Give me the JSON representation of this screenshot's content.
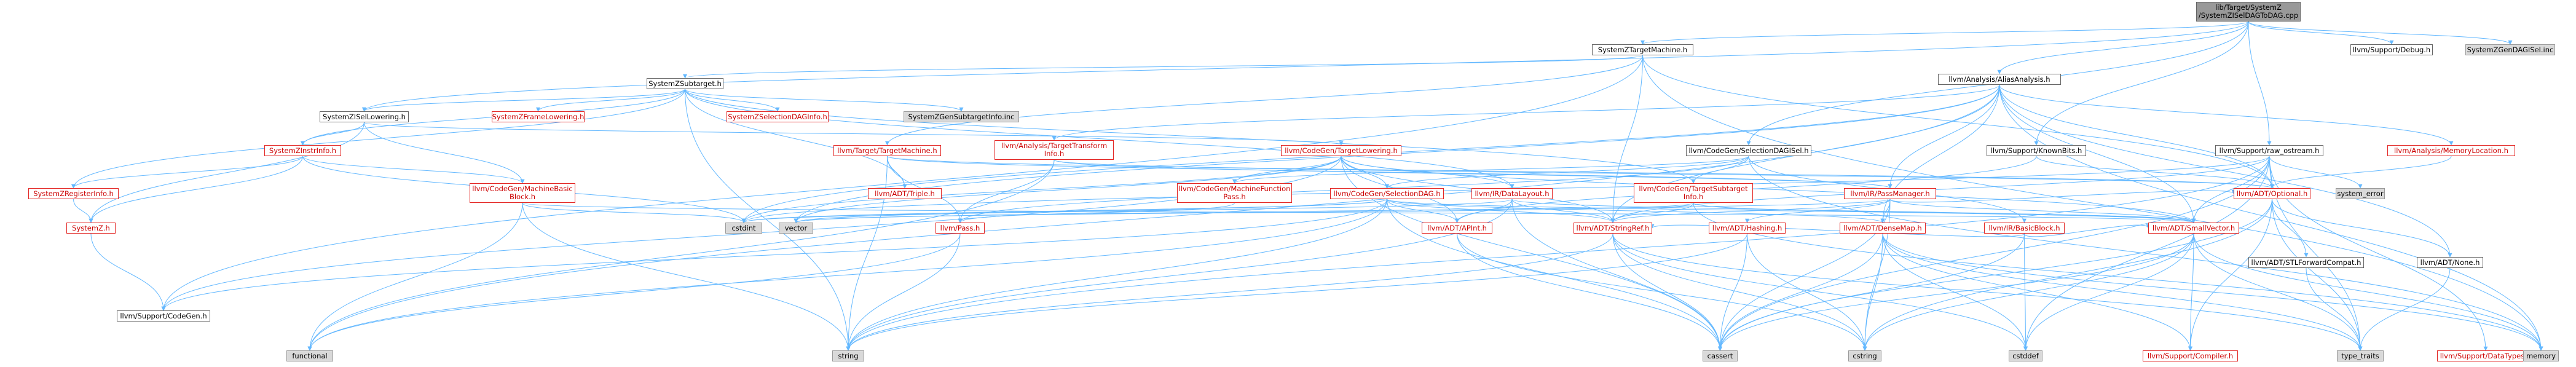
{
  "graph": {
    "nodes": [
      {
        "id": "root",
        "label": "lib/Target/SystemZ\n/SystemZISelDAGToDAG.cpp",
        "style": "root"
      },
      {
        "id": "tm",
        "label": "SystemZTargetMachine.h",
        "style": "normal"
      },
      {
        "id": "dbg",
        "label": "llvm/Support/Debug.h",
        "style": "normal"
      },
      {
        "id": "genisel",
        "label": "SystemZGenDAGISel.inc",
        "style": "gray"
      },
      {
        "id": "sub",
        "label": "SystemZSubtarget.h",
        "style": "normal"
      },
      {
        "id": "aa",
        "label": "llvm/Analysis/AliasAnalysis.h",
        "style": "normal"
      },
      {
        "id": "isell",
        "label": "SystemZISelLowering.h",
        "style": "normal"
      },
      {
        "id": "framel",
        "label": "SystemZFrameLowering.h",
        "style": "red"
      },
      {
        "id": "seldag",
        "label": "SystemZSelectionDAGInfo.h",
        "style": "red"
      },
      {
        "id": "gensub",
        "label": "SystemZGenSubtargetInfo.inc",
        "style": "gray"
      },
      {
        "id": "instr",
        "label": "SystemZInstrInfo.h",
        "style": "red"
      },
      {
        "id": "ttm",
        "label": "llvm/Target/TargetMachine.h",
        "style": "red"
      },
      {
        "id": "tti",
        "label": "llvm/Analysis/TargetTransform\nInfo.h",
        "style": "red"
      },
      {
        "id": "tlow",
        "label": "llvm/CodeGen/TargetLowering.h",
        "style": "red"
      },
      {
        "id": "cgsdi",
        "label": "llvm/CodeGen/SelectionDAGISel.h",
        "style": "normal"
      },
      {
        "id": "kbits",
        "label": "llvm/Support/KnownBits.h",
        "style": "normal"
      },
      {
        "id": "rawos",
        "label": "llvm/Support/raw_ostream.h",
        "style": "normal"
      },
      {
        "id": "memloc",
        "label": "llvm/Analysis/MemoryLocation.h",
        "style": "red"
      },
      {
        "id": "reginfo",
        "label": "SystemZRegisterInfo.h",
        "style": "red"
      },
      {
        "id": "mbb",
        "label": "llvm/CodeGen/MachineBasic\nBlock.h",
        "style": "red"
      },
      {
        "id": "triple",
        "label": "llvm/ADT/Triple.h",
        "style": "red"
      },
      {
        "id": "mfpass",
        "label": "llvm/CodeGen/MachineFunction\nPass.h",
        "style": "red"
      },
      {
        "id": "cgsd",
        "label": "llvm/CodeGen/SelectionDAG.h",
        "style": "red"
      },
      {
        "id": "dlay",
        "label": "llvm/IR/DataLayout.h",
        "style": "red"
      },
      {
        "id": "tsub",
        "label": "llvm/CodeGen/TargetSubtarget\nInfo.h",
        "style": "red"
      },
      {
        "id": "pm",
        "label": "llvm/IR/PassManager.h",
        "style": "red"
      },
      {
        "id": "opt",
        "label": "llvm/ADT/Optional.h",
        "style": "red"
      },
      {
        "id": "syserr",
        "label": "system_error",
        "style": "gray"
      },
      {
        "id": "sysz",
        "label": "SystemZ.h",
        "style": "red"
      },
      {
        "id": "cstdint",
        "label": "cstdint",
        "style": "gray"
      },
      {
        "id": "vector",
        "label": "vector",
        "style": "gray"
      },
      {
        "id": "pass",
        "label": "llvm/Pass.h",
        "style": "red"
      },
      {
        "id": "apint",
        "label": "llvm/ADT/APInt.h",
        "style": "red"
      },
      {
        "id": "sref",
        "label": "llvm/ADT/StringRef.h",
        "style": "red"
      },
      {
        "id": "hash",
        "label": "llvm/ADT/Hashing.h",
        "style": "red"
      },
      {
        "id": "dmap",
        "label": "llvm/ADT/DenseMap.h",
        "style": "red"
      },
      {
        "id": "bb",
        "label": "llvm/IR/BasicBlock.h",
        "style": "red"
      },
      {
        "id": "svec",
        "label": "llvm/ADT/SmallVector.h",
        "style": "red"
      },
      {
        "id": "stlfc",
        "label": "llvm/ADT/STLForwardCompat.h",
        "style": "normal"
      },
      {
        "id": "none",
        "label": "llvm/ADT/None.h",
        "style": "normal"
      },
      {
        "id": "cgen",
        "label": "llvm/Support/CodeGen.h",
        "style": "normal"
      },
      {
        "id": "func",
        "label": "functional",
        "style": "gray"
      },
      {
        "id": "string",
        "label": "string",
        "style": "gray"
      },
      {
        "id": "cassert",
        "label": "cassert",
        "style": "gray"
      },
      {
        "id": "cstring",
        "label": "cstring",
        "style": "gray"
      },
      {
        "id": "cstddef",
        "label": "cstddef",
        "style": "gray"
      },
      {
        "id": "comp",
        "label": "llvm/Support/Compiler.h",
        "style": "red"
      },
      {
        "id": "ttraits",
        "label": "type_traits",
        "style": "gray"
      },
      {
        "id": "dtypes",
        "label": "llvm/Support/DataTypes.h",
        "style": "red"
      },
      {
        "id": "memory",
        "label": "memory",
        "style": "gray"
      }
    ],
    "edges": [
      [
        "root",
        "tm"
      ],
      [
        "root",
        "dbg"
      ],
      [
        "root",
        "genisel"
      ],
      [
        "root",
        "aa"
      ],
      [
        "root",
        "cgsdi"
      ],
      [
        "root",
        "kbits"
      ],
      [
        "root",
        "rawos"
      ],
      [
        "root",
        "isell"
      ],
      [
        "tm",
        "sub"
      ],
      [
        "tm",
        "ttm"
      ],
      [
        "tm",
        "opt"
      ],
      [
        "tm",
        "memory"
      ],
      [
        "tm",
        "cgen"
      ],
      [
        "tm",
        "sref"
      ],
      [
        "sub",
        "isell"
      ],
      [
        "sub",
        "framel"
      ],
      [
        "sub",
        "seldag"
      ],
      [
        "sub",
        "gensub"
      ],
      [
        "sub",
        "instr"
      ],
      [
        "sub",
        "reginfo"
      ],
      [
        "sub",
        "triple"
      ],
      [
        "sub",
        "tsub"
      ],
      [
        "sub",
        "dlay"
      ],
      [
        "sub",
        "string"
      ],
      [
        "isell",
        "instr"
      ],
      [
        "isell",
        "sysz"
      ],
      [
        "isell",
        "tlow"
      ],
      [
        "isell",
        "mbb"
      ],
      [
        "instr",
        "reginfo"
      ],
      [
        "instr",
        "sysz"
      ],
      [
        "instr",
        "mbb"
      ],
      [
        "instr",
        "cstdint"
      ],
      [
        "reginfo",
        "sysz"
      ],
      [
        "sysz",
        "cgen"
      ],
      [
        "mbb",
        "func"
      ],
      [
        "mbb",
        "string"
      ],
      [
        "mbb",
        "svec"
      ],
      [
        "mbb",
        "cstdint"
      ],
      [
        "ttm",
        "triple"
      ],
      [
        "ttm",
        "pass"
      ],
      [
        "ttm",
        "string"
      ],
      [
        "ttm",
        "pm"
      ],
      [
        "ttm",
        "opt"
      ],
      [
        "tti",
        "pm"
      ],
      [
        "tti",
        "func"
      ],
      [
        "tti",
        "opt"
      ],
      [
        "tti",
        "pass"
      ],
      [
        "tlow",
        "mfpass"
      ],
      [
        "tlow",
        "cgsd"
      ],
      [
        "tlow",
        "dlay"
      ],
      [
        "tlow",
        "sref"
      ],
      [
        "tlow",
        "apint"
      ],
      [
        "tlow",
        "svec"
      ],
      [
        "tlow",
        "vector"
      ],
      [
        "tlow",
        "cstdint"
      ],
      [
        "tlow",
        "cassert"
      ],
      [
        "tlow",
        "cgen"
      ],
      [
        "cgsdi",
        "mfpass"
      ],
      [
        "cgsdi",
        "cgsd"
      ],
      [
        "cgsdi",
        "bb"
      ],
      [
        "cgsdi",
        "pass"
      ],
      [
        "cgsdi",
        "memory"
      ],
      [
        "cgsdi",
        "tsub"
      ],
      [
        "cgsd",
        "apint"
      ],
      [
        "cgsd",
        "dmap"
      ],
      [
        "cgsd",
        "sref"
      ],
      [
        "cgsd",
        "svec"
      ],
      [
        "cgsd",
        "func"
      ],
      [
        "cgsd",
        "string"
      ],
      [
        "cgsd",
        "vector"
      ],
      [
        "cgsd",
        "cassert"
      ],
      [
        "cgsd",
        "cstdint"
      ],
      [
        "cgsd",
        "cgen"
      ],
      [
        "mfpass",
        "pass"
      ],
      [
        "dlay",
        "apint"
      ],
      [
        "dlay",
        "sref"
      ],
      [
        "dlay",
        "svec"
      ],
      [
        "dlay",
        "string"
      ],
      [
        "dlay",
        "cassert"
      ],
      [
        "dlay",
        "cstdint"
      ],
      [
        "tsub",
        "sref"
      ],
      [
        "tsub",
        "svec"
      ],
      [
        "tsub",
        "vector"
      ],
      [
        "tsub",
        "memory"
      ],
      [
        "aa",
        "tti"
      ],
      [
        "aa",
        "pm"
      ],
      [
        "aa",
        "memloc"
      ],
      [
        "aa",
        "opt"
      ],
      [
        "aa",
        "svec"
      ],
      [
        "aa",
        "none"
      ],
      [
        "aa",
        "vector"
      ],
      [
        "aa",
        "cstdint"
      ],
      [
        "aa",
        "func"
      ],
      [
        "aa",
        "memory"
      ],
      [
        "aa",
        "dmap"
      ],
      [
        "aa",
        "sref"
      ],
      [
        "memloc",
        "opt"
      ],
      [
        "kbits",
        "apint"
      ],
      [
        "kbits",
        "opt"
      ],
      [
        "rawos",
        "sref"
      ],
      [
        "rawos",
        "opt"
      ],
      [
        "rawos",
        "syserr"
      ],
      [
        "rawos",
        "string"
      ],
      [
        "rawos",
        "cassert"
      ],
      [
        "rawos",
        "cstddef"
      ],
      [
        "rawos",
        "cstdint"
      ],
      [
        "rawos",
        "ttraits"
      ],
      [
        "rawos",
        "svec"
      ],
      [
        "rawos",
        "dtypes"
      ],
      [
        "pm",
        "dmap"
      ],
      [
        "pm",
        "sref"
      ],
      [
        "pm",
        "svec"
      ],
      [
        "pm",
        "hash"
      ],
      [
        "pm",
        "opt"
      ],
      [
        "pm",
        "vector"
      ],
      [
        "pm",
        "cassert"
      ],
      [
        "pm",
        "cstring"
      ],
      [
        "opt",
        "stlfc"
      ],
      [
        "opt",
        "none"
      ],
      [
        "opt",
        "cassert"
      ],
      [
        "opt",
        "ttraits"
      ],
      [
        "opt",
        "cstring"
      ],
      [
        "opt",
        "comp"
      ],
      [
        "stlfc",
        "ttraits"
      ],
      [
        "none",
        "ttraits"
      ],
      [
        "pass",
        "string"
      ],
      [
        "pass",
        "func"
      ],
      [
        "apint",
        "cassert"
      ],
      [
        "apint",
        "cstring"
      ],
      [
        "sref",
        "string"
      ],
      [
        "sref",
        "cassert"
      ],
      [
        "sref",
        "cstddef"
      ],
      [
        "sref",
        "cstring"
      ],
      [
        "sref",
        "ttraits"
      ],
      [
        "hash",
        "cassert"
      ],
      [
        "hash",
        "cstring"
      ],
      [
        "hash",
        "string"
      ],
      [
        "dmap",
        "cassert"
      ],
      [
        "dmap",
        "cstddef"
      ],
      [
        "dmap",
        "cstring"
      ],
      [
        "dmap",
        "ttraits"
      ],
      [
        "dmap",
        "comp"
      ],
      [
        "dmap",
        "memory"
      ],
      [
        "bb",
        "cassert"
      ],
      [
        "bb",
        "cstddef"
      ],
      [
        "bb",
        "svec"
      ],
      [
        "bb",
        "sref"
      ],
      [
        "svec",
        "cassert"
      ],
      [
        "svec",
        "cstddef"
      ],
      [
        "svec",
        "cstring"
      ],
      [
        "svec",
        "ttraits"
      ],
      [
        "svec",
        "memory"
      ],
      [
        "svec",
        "comp"
      ]
    ]
  }
}
